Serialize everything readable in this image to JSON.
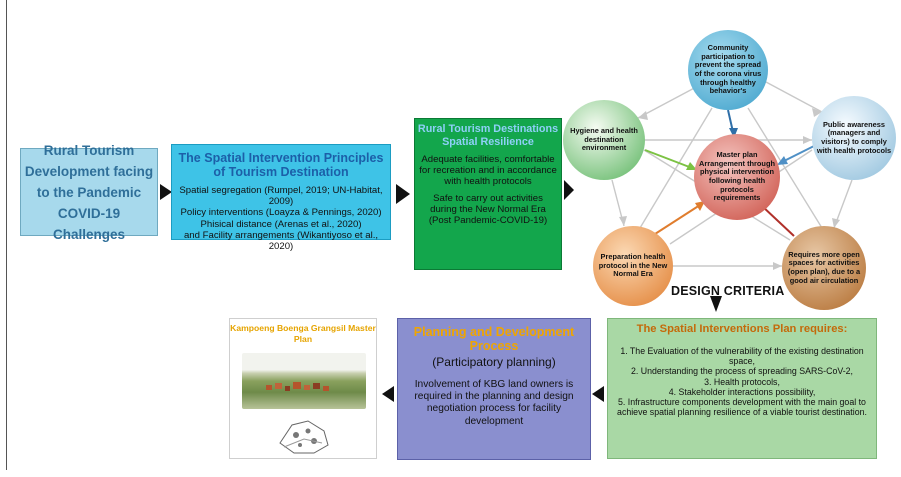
{
  "box1": {
    "text": "Rural Tourism Development facing to the Pandemic COVID-19 Challenges"
  },
  "box2": {
    "title": "The Spatial Intervention Principles of Tourism Destination",
    "items": [
      "Spatial segregation (Rumpel, 2019; UN-Habitat, 2009)",
      "Policy interventions (Loayza & Pennings, 2020)",
      "Phisical distance (Arenas et al., 2020)",
      "and Facility arrangements (Wikantiyoso et al., 2020)"
    ]
  },
  "box3": {
    "title": "Rural Tourism Destinations Spatial Resilience",
    "p1": "Adequate facilities, comfortable for recreation and in accordance with health protocols",
    "p2": "Safe to carry out activities during the New Normal Era (Post Pandemic-COVID-19)"
  },
  "circles": {
    "top": "Community participation to prevent the spread of the corona virus through healthy behavior's",
    "left": "Hygiene and health destination environment",
    "right": "Public awareness (managers and visitors) to comply with health protocols",
    "center": "Master plan Arrangement through physical intervention following health protocols requirements",
    "bottom_left": "Preparation health protocol in the New Normal Era",
    "bottom_right": "Requires more open spaces for activities (open plan), due to a good air circulation"
  },
  "design_label": "DESIGN CRITERIA",
  "box4": {
    "title": "The Spatial Interventions Plan requires:",
    "items": [
      "1. The Evaluation of the vulnerability of the existing destination space,",
      "2. Understanding the process of spreading SARS-CoV-2,",
      "3. Health protocols,",
      "4. Stakeholder interactions possibility,",
      "5. Infrastructure components development with the main goal to achieve spatial planning resilience of a viable tourist destination."
    ]
  },
  "box5": {
    "title": "Planning and Development Process",
    "subtitle": "(Participatory planning)",
    "text": "Involvement of KBG land owners is required in the planning and design negotiation process for facility development"
  },
  "box6": {
    "title": "Kampoeng Boenga Grangsil Master Plan"
  },
  "colors": {
    "box1": "#a7d9ec",
    "box2": "#3ec3e7",
    "box3": "#13a64c",
    "box4": "#a9d8a5",
    "box5": "#8a8fcf",
    "arrow_dark": "#111111",
    "link_gray": "#c8c8c8"
  }
}
